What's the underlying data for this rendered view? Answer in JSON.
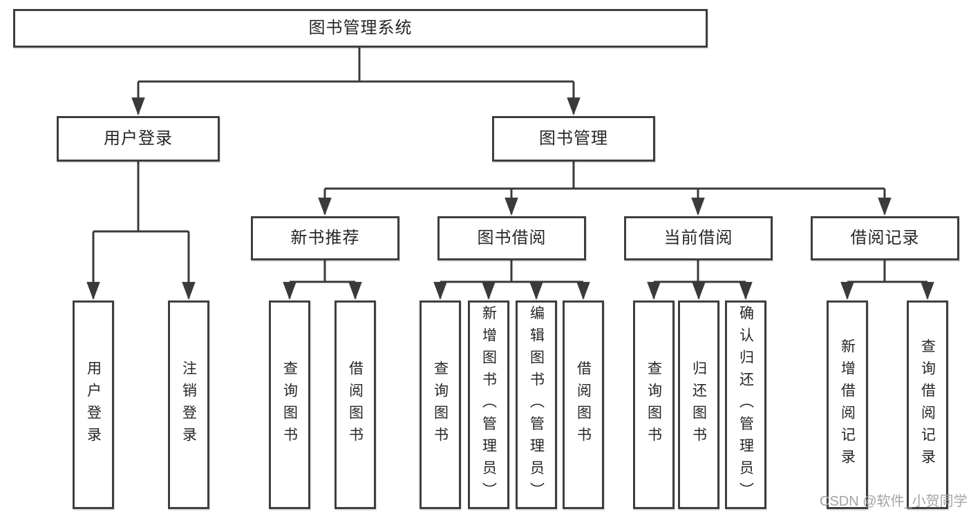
{
  "diagram": {
    "root": {
      "label": "图书管理系统"
    },
    "branches": [
      {
        "label": "用户登录",
        "children": [
          {
            "label": "用户登录"
          },
          {
            "label": "注销登录"
          }
        ]
      },
      {
        "label": "图书管理",
        "children": [
          {
            "label": "新书推荐",
            "children": [
              {
                "label": "查询图书"
              },
              {
                "label": "借阅图书"
              }
            ]
          },
          {
            "label": "图书借阅",
            "children": [
              {
                "label": "查询图书"
              },
              {
                "label": "新增图书（管理员）"
              },
              {
                "label": "编辑图书（管理员）"
              },
              {
                "label": "借阅图书"
              }
            ]
          },
          {
            "label": "当前借阅",
            "children": [
              {
                "label": "查询图书"
              },
              {
                "label": "归还图书"
              },
              {
                "label": "确认归还（管理员）"
              }
            ]
          },
          {
            "label": "借阅记录",
            "children": [
              {
                "label": "新增借阅记录"
              },
              {
                "label": "查询借阅记录"
              }
            ]
          }
        ]
      }
    ]
  },
  "watermark": {
    "text": "CSDN @软件_小贺同学"
  },
  "colors": {
    "line": "#3a3a3a",
    "box_border": "#3e3e3e",
    "text": "#262626",
    "watermark": "#a3a3a3",
    "background": "#ffffff"
  }
}
